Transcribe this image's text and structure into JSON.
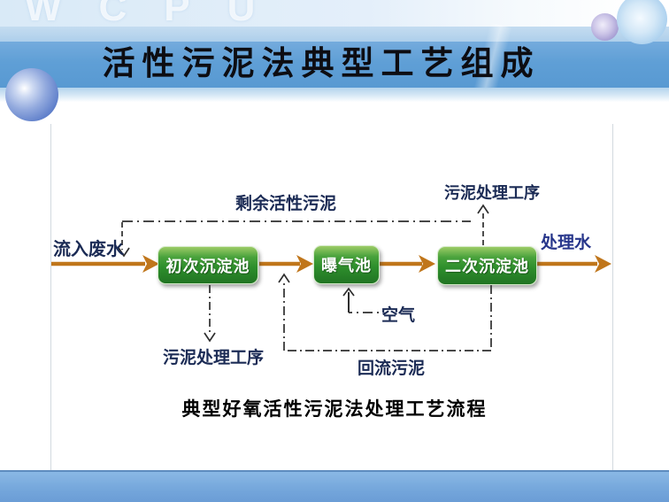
{
  "slide": {
    "watermark": "WCPU",
    "title": "活性污泥法典型工艺组成",
    "caption": "典型好氧活性污泥法处理工艺流程"
  },
  "diagram": {
    "influent_label": "流入废水",
    "effluent_label": "处理水",
    "nodes": [
      {
        "id": "primary-clarifier",
        "label": "初次沉淀池"
      },
      {
        "id": "aeration-tank",
        "label": "曝气池"
      },
      {
        "id": "secondary-clarifier",
        "label": "二次沉淀池"
      }
    ],
    "flow_labels": {
      "excess_sludge": "剩余活性污泥",
      "sludge_treatment_top": "污泥处理工序",
      "sludge_treatment_bottom": "污泥处理工序",
      "air": "空气",
      "return_sludge": "回流污泥"
    }
  },
  "colors": {
    "title_band_blue": "#5f9fd6",
    "bottom_bar_blue": "#74a6db",
    "node_green": "#2e8f2c",
    "arrow_orange": "#c0761b",
    "label_navy": "#1b2b55",
    "effluent_text_blue": "#27368b",
    "dashed_line": "#2e2e2e"
  }
}
